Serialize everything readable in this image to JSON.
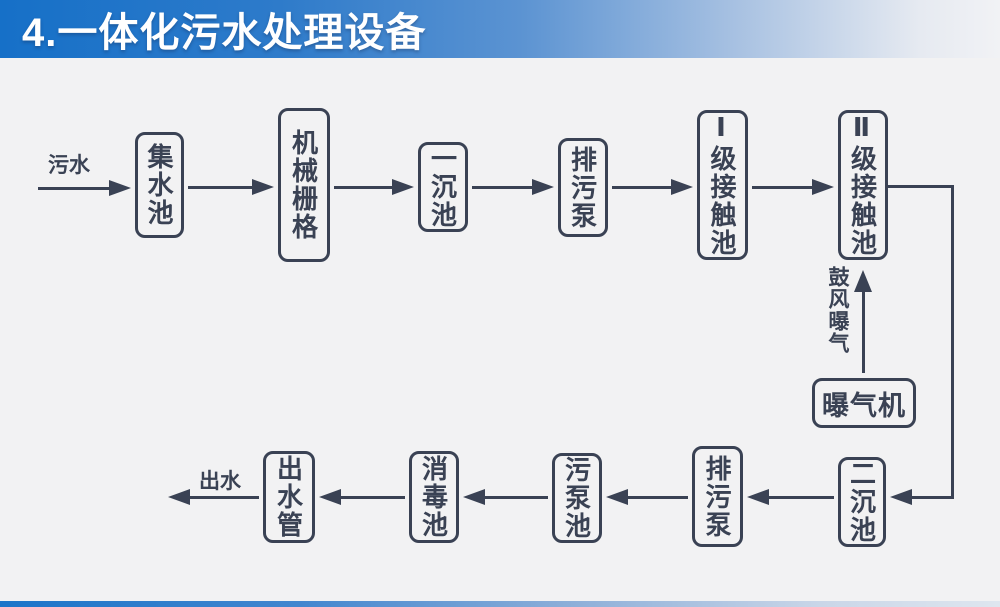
{
  "slide": {
    "title": "4.一体化污水处理设备"
  },
  "colors": {
    "header_blue": "#1a73c9",
    "line_ink": "#3a4254",
    "background": "#f2f2f3"
  },
  "diagram": {
    "input_label": "污水",
    "output_label": "出水",
    "blower_label": "鼓风曝气",
    "nodes": {
      "collect_tank": "集水池",
      "mechanical_grid": "机械栅格",
      "primary_sedimentation": "一沉池",
      "sewage_pump_top": "排污泵",
      "contact_tank_1": "Ⅰ级接触池",
      "contact_tank_2": "Ⅱ级接触池",
      "aerator": "曝气机",
      "secondary_sedimentation": "二沉池",
      "sewage_pump_bottom": "排污泵",
      "sludge_pump_tank": "污泵池",
      "disinfection_tank": "消毒池",
      "outlet_pipe": "出水管"
    }
  }
}
